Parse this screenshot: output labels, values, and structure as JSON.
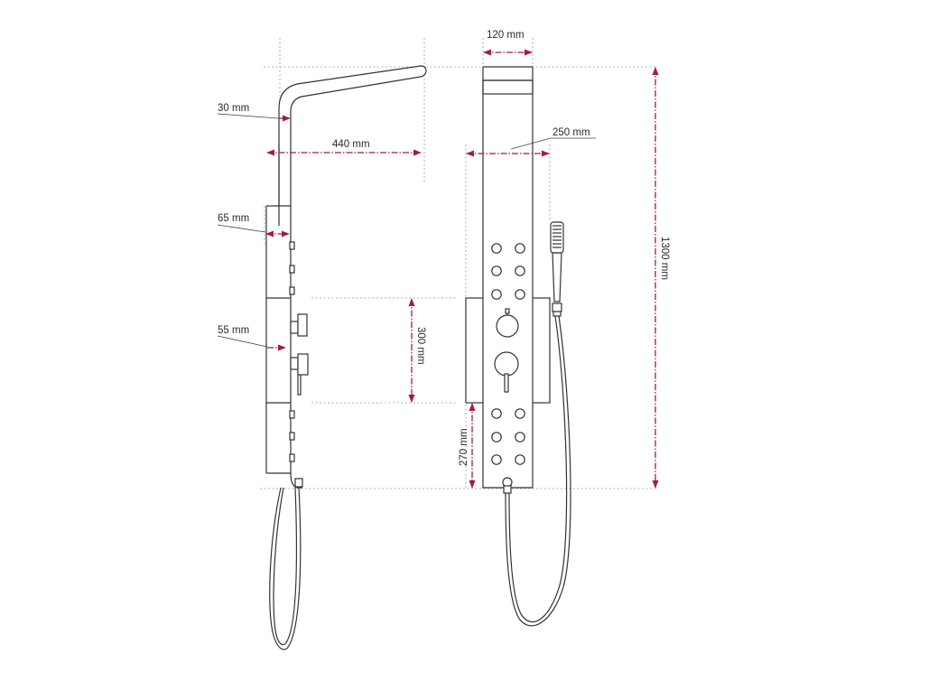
{
  "drawing": {
    "colors": {
      "dimension": "#a51c3a",
      "outline": "#333333",
      "guide": "#9a9a9a"
    },
    "side_view": {
      "labels": {
        "arm_thickness": "30 mm",
        "arm_reach": "440 mm",
        "panel_depth": "65 mm",
        "mixer_depth": "55 mm"
      }
    },
    "front_view": {
      "labels": {
        "top_width": "120 mm",
        "mixer_width": "250 mm",
        "total_height": "1300 mm",
        "mixer_height": "300 mm",
        "lower_section": "270 mm"
      },
      "jets": {
        "upper_count": 6,
        "lower_count": 6
      },
      "controls": [
        "thermostat-knob",
        "diverter-knob"
      ]
    }
  }
}
